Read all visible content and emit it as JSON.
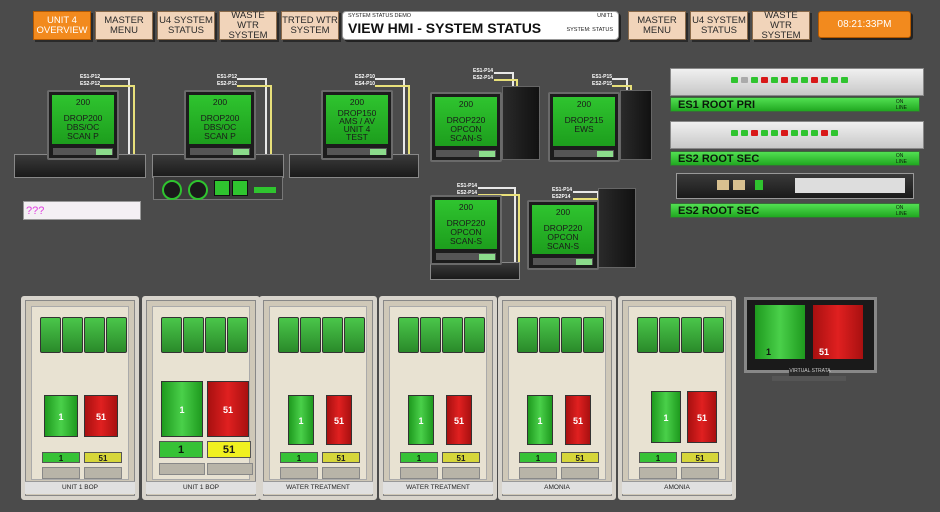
{
  "nav_left": [
    {
      "label": "UNIT 4\nOVERVIEW",
      "active": true
    },
    {
      "label": "MASTER\nMENU",
      "active": false
    },
    {
      "label": "U4 SYSTEM\nSTATUS",
      "active": false
    },
    {
      "label": "WASTE WTR\nSYSTEM",
      "active": false
    },
    {
      "label": "TRTED WTR\nSYSTEM",
      "active": false
    }
  ],
  "nav_right": [
    {
      "label": "MASTER\nMENU"
    },
    {
      "label": "U4 SYSTEM\nSTATUS"
    },
    {
      "label": "WASTE WTR\nSYSTEM"
    }
  ],
  "title": {
    "small_left": "SYSTEM STATUS DEMO",
    "small_right_top": "UNIT1",
    "main": "VIEW HMI - SYSTEM STATUS",
    "small_right_bottom": "SYSTEM: STATUS"
  },
  "clock": "08:21:33PM",
  "unknown_box": "???",
  "drops": [
    {
      "num": "200",
      "lines": [
        "DROP200",
        "DBS/OC",
        "SCAN P"
      ],
      "ports": [
        "ES1-P12",
        "ES2-P12"
      ]
    },
    {
      "num": "200",
      "lines": [
        "DROP200",
        "DBS/OC",
        "SCAN P"
      ],
      "ports": [
        "ES1-P12",
        "ES2-P12"
      ]
    },
    {
      "num": "200",
      "lines": [
        "DROP150",
        "AMS / AV",
        "UNIT 4",
        "TEST"
      ],
      "ports": [
        "ES2-P10",
        "ES4-P10"
      ]
    },
    {
      "num": "200",
      "lines": [
        "DROP220",
        "OPCON",
        "SCAN-S"
      ],
      "ports": [
        "ES1-P14",
        "ES2-P14"
      ]
    },
    {
      "num": "200",
      "lines": [
        "DROP215",
        "EWS"
      ],
      "ports": [
        "ES1-P15",
        "ES2-P15"
      ]
    },
    {
      "num": "200",
      "lines": [
        "DROP220",
        "OPCON",
        "SCAN-S"
      ],
      "ports": [
        "ES1-P14",
        "ES2-P14"
      ]
    },
    {
      "num": "200",
      "lines": [
        "DROP220",
        "OPCON",
        "SCAN-S"
      ],
      "ports": [
        "ES1-P14",
        "ES2P14"
      ]
    }
  ],
  "switches": [
    {
      "label": "ES1 ROOT PRI",
      "status": "ON\nLINE"
    },
    {
      "label": "ES2 ROOT SEC",
      "status": "ON\nLINE"
    },
    {
      "label": "ES2 ROOT SEC",
      "status": "ON\nLINE"
    }
  ],
  "racks": [
    {
      "label": "UNIT 1 BOP",
      "left_val": "1",
      "right_val": "51"
    },
    {
      "label": "UNIT 1 BOP",
      "left_val": "1",
      "right_val": "51"
    },
    {
      "label": "WATER TREATMENT",
      "left_val": "1",
      "right_val": "51"
    },
    {
      "label": "WATER TREATMENT",
      "left_val": "1",
      "right_val": "51"
    },
    {
      "label": "AMONIA",
      "left_val": "1",
      "right_val": "51"
    },
    {
      "label": "AMONIA",
      "left_val": "1",
      "right_val": "51"
    }
  ],
  "virtual_strata": {
    "label": "VIRTUAL STRATA",
    "left_val": "1",
    "right_val": "51"
  },
  "colors": {
    "ok": "#2fc42f",
    "fault": "#d81818",
    "accent": "#f28a1e"
  }
}
